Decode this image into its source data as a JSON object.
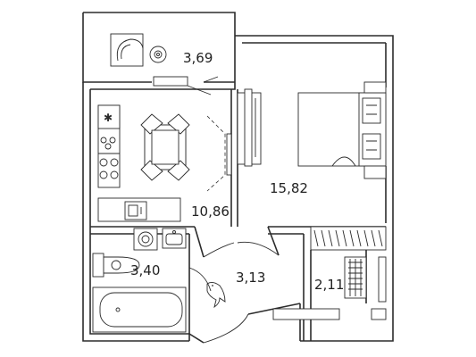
{
  "rooms": [
    {
      "id": "balcony",
      "area": "3,69"
    },
    {
      "id": "kitchen",
      "area": "10,86"
    },
    {
      "id": "bedroom",
      "area": "15,82"
    },
    {
      "id": "bathroom",
      "area": "3,40"
    },
    {
      "id": "hallway",
      "area": "3,13"
    },
    {
      "id": "storage",
      "area": "2,11"
    }
  ],
  "colors": {
    "line": "#2b2b2b",
    "background": "#ffffff"
  },
  "icons": [
    "dolphin-icon",
    "bed-icon",
    "dining-table-icon",
    "stove-icon",
    "sink-icon",
    "washing-machine-icon",
    "toilet-icon",
    "bathtub-icon",
    "armchair-icon"
  ]
}
